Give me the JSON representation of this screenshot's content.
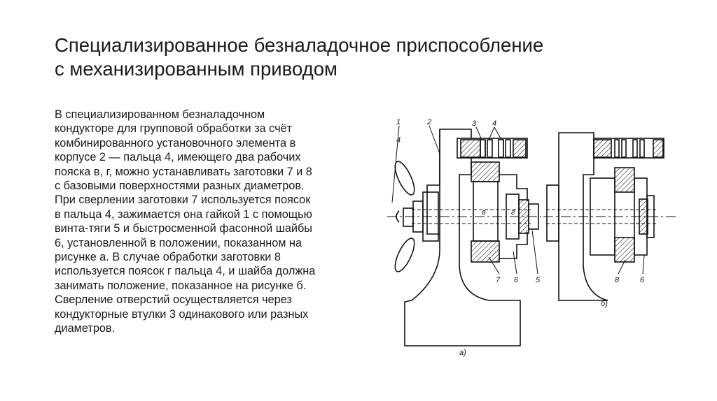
{
  "slide": {
    "title_line1": "Специализированное безналадочное приспособление",
    "title_line2": "с механизированным приводом",
    "body_lines": [
      "В специализированном безналадочном",
      "кондукторе для групповой обработки за счёт",
      "комбинированного установочного элемента в",
      "корпусе 2 — пальца 4, имеющего два рабочих",
      "пояска в, г, можно устанавливать заготовки 7 и 8",
      "с базовыми поверхностями разных диаметров.",
      "При сверлении заготовки 7 используется поясок",
      "в пальца 4, зажимается она гайкой 1 с помощью",
      "винта-тяги 5 и быстросменной фасонной шайбы",
      "6, установленной в положении, показанном на",
      "рисунке а. В случае обработки заготовки 8",
      "используется поясок г пальца 4, и шайба должна",
      "занимать положение, показанное на рисунке б.",
      "Сверление отверстий осуществляется через",
      "кондукторные втулки 3 одинакового или разных",
      "диаметров."
    ]
  },
  "figure": {
    "labels_a": {
      "l1": "1",
      "l2": "2",
      "l3": "3",
      "l4": "4",
      "l4b": "4",
      "l7": "7",
      "l6": "6",
      "l5": "5",
      "lv": "в",
      "lg": "г",
      "cap": "а)"
    },
    "labels_b": {
      "l8": "8",
      "l6": "6",
      "cap": "б)"
    }
  }
}
